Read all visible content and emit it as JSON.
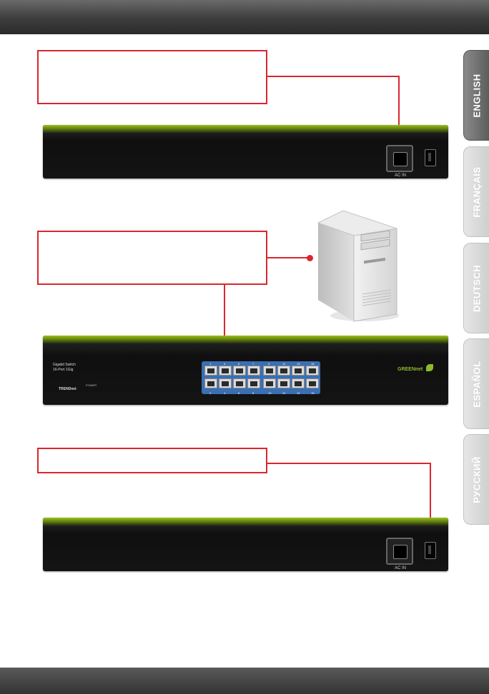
{
  "header": {
    "color_top": "#6a6a6a",
    "color_bottom": "#2b2b2b"
  },
  "language_tabs": [
    {
      "label": "ENGLISH",
      "active": true
    },
    {
      "label": "FRANÇAIS",
      "active": false
    },
    {
      "label": "DEUTSCH",
      "active": false
    },
    {
      "label": "ESPAÑOL",
      "active": false
    },
    {
      "label": "РУССКИЙ",
      "active": false
    }
  ],
  "switch_rear": {
    "port_label": "AC IN"
  },
  "switch_front": {
    "model_title": "Gigabit Switch",
    "model_subtitle": "16-Port 1Gig",
    "brand": "TRENDnet",
    "power_label": "POWER",
    "green_logo": "GREENnet",
    "port_numbers_top": [
      "1",
      "3",
      "5",
      "7",
      "9",
      "11",
      "13",
      "15"
    ],
    "port_numbers_bottom": [
      "2",
      "4",
      "6",
      "8",
      "10",
      "12",
      "14",
      "16"
    ]
  },
  "accent_color": "#d9272e",
  "icons": [
    "computer-tower-icon",
    "power-socket-icon",
    "power-switch-icon",
    "rj45-port-icon",
    "green-leaf-icon"
  ]
}
